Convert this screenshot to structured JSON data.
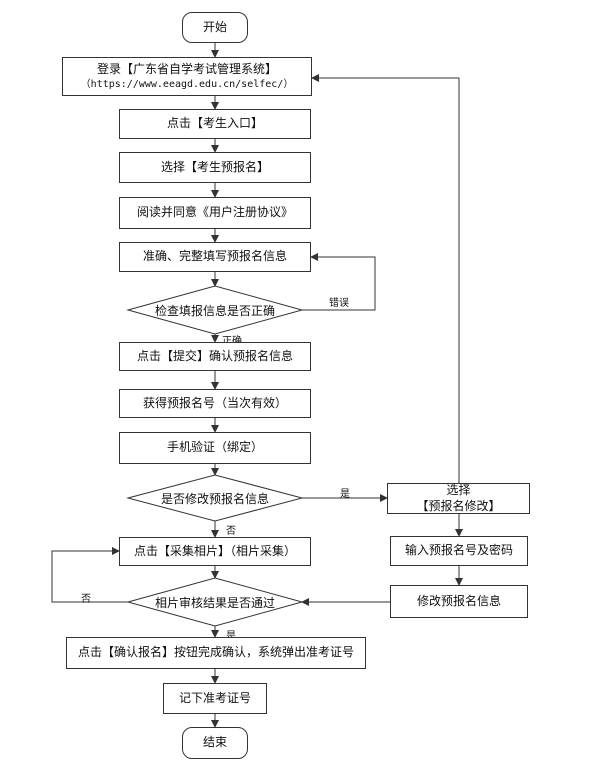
{
  "nodes": {
    "start": "开始",
    "login": {
      "line1": "登录【广东省自学考试管理系统】",
      "line2": "（https://www.eeagd.edu.cn/selfec/）"
    },
    "entry": "点击【考生入口】",
    "select_prereg": "选择【考生预报名】",
    "agreement": "阅读并同意《用户注册协议》",
    "fill_info": "准确、完整填写预报名信息",
    "check_info": "检查填报信息是否正确",
    "submit": "点击【提交】确认预报名信息",
    "get_number": "获得预报名号（当次有效）",
    "phone_verify": "手机验证（绑定）",
    "modify_question": "是否修改预报名信息",
    "select_modify": {
      "line1": "选择",
      "line2": "【预报名修改】"
    },
    "input_credentials": "输入预报名号及密码",
    "modify_info": "修改预报名信息",
    "photo": "点击【采集相片】（相片采集）",
    "photo_check": "相片审核结果是否通过",
    "confirm": "点击【确认报名】按钮完成确认，系统弹出准考证号",
    "note_ticket": "记下准考证号",
    "end": "结束"
  },
  "edge_labels": {
    "check_wrong": "错误",
    "check_right": "正确",
    "modify_yes": "是",
    "modify_no": "否",
    "photo_no": "否",
    "photo_yes": "是"
  }
}
